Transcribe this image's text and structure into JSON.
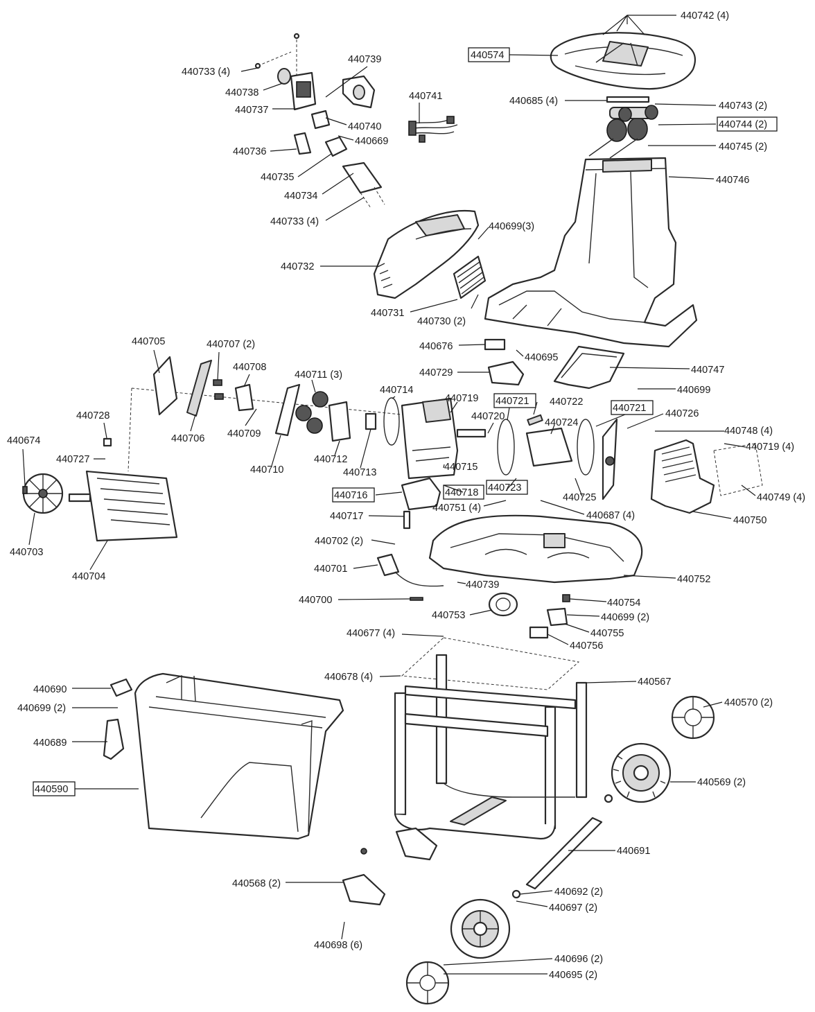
{
  "labels": {
    "p440742": "440742 (4)",
    "p440574": "440574",
    "p440733a": "440733 (4)",
    "p440739a": "440739",
    "p440738": "440738",
    "p440737": "440737",
    "p440741": "440741",
    "p440740": "440740",
    "p440669": "440669",
    "p440736": "440736",
    "p440735": "440735",
    "p440734": "440734",
    "p440733b": "440733 (4)",
    "p440685": "440685 (4)",
    "p440743": "440743 (2)",
    "p440744": "440744 (2)",
    "p440745": "440745 (2)",
    "p440746": "440746",
    "p440699c": "440699(3)",
    "p440732": "440732",
    "p440731": "440731",
    "p440730": "440730 (2)",
    "p440676": "440676",
    "p440695a": "440695",
    "p440747": "440747",
    "p440699a": "440699",
    "p440705": "440705",
    "p440707": "440707 (2)",
    "p440708": "440708",
    "p440711": "440711 (3)",
    "p440729": "440729",
    "p440714": "440714",
    "p440719a": "440719",
    "p440721a": "440721",
    "p440722": "440722",
    "p440721b": "440721",
    "p440726": "440726",
    "p440728": "440728",
    "p440720": "440720",
    "p440724": "440724",
    "p440748": "440748 (4)",
    "p440674": "440674",
    "p440706": "440706",
    "p440709": "440709",
    "p440719b": "440719 (4)",
    "p440727": "440727",
    "p440712": "440712",
    "p440715": "440715",
    "p440710": "440710",
    "p440713": "440713",
    "p440723": "440723",
    "p440749": "440749 (4)",
    "p440716": "440716",
    "p440718": "440718",
    "p440725": "440725",
    "p440751": "440751 (4)",
    "p440687": "440687 (4)",
    "p440750": "440750",
    "p440717": "440717",
    "p440703": "440703",
    "p440702": "440702 (2)",
    "p440704": "440704",
    "p440701": "440701",
    "p440752": "440752",
    "p440739b": "440739",
    "p440700": "440700",
    "p440754": "440754",
    "p440753": "440753",
    "p440699b": "440699 (2)",
    "p440755": "440755",
    "p440677": "440677 (4)",
    "p440756": "440756",
    "p440678": "440678 (4)",
    "p440567": "440567",
    "p440690": "440690",
    "p440570": "440570 (2)",
    "p440699d": "440699 (2)",
    "p440689": "440689",
    "p440569": "440569 (2)",
    "p440590": "440590",
    "p440691": "440691",
    "p440568": "440568 (2)",
    "p440692": "440692 (2)",
    "p440697": "440697 (2)",
    "p440698": "440698 (6)",
    "p440696": "440696 (2)",
    "p440695b": "440695 (2)"
  }
}
